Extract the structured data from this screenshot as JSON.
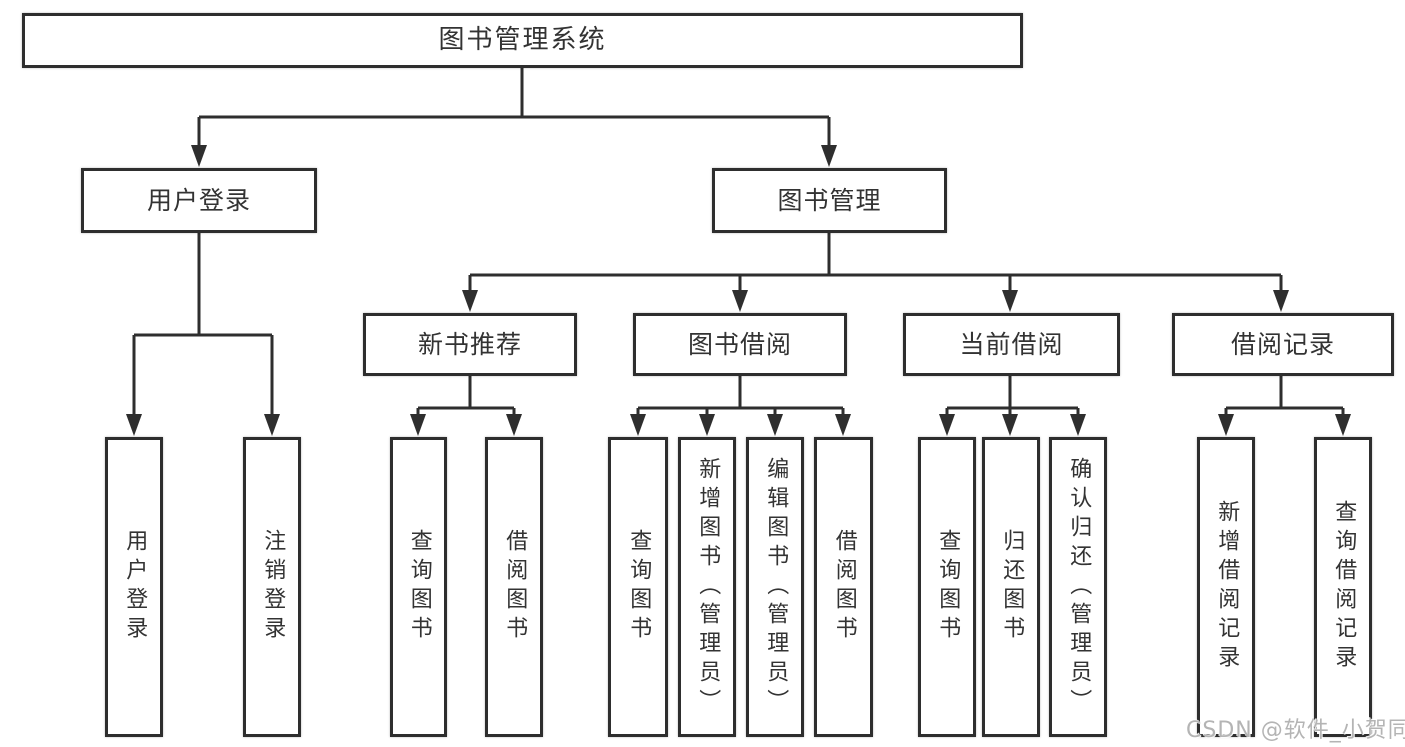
{
  "diagram": {
    "watermark": "CSDN @软件_小贺同学",
    "colors": {
      "line": "#2e2e2e",
      "box_border": "#2e2e2e",
      "box_fill": "#ffffff",
      "text": "#333333",
      "watermark": "#b4b4b4"
    }
  },
  "nodes": {
    "root": {
      "label": "图书管理系统"
    },
    "level2": [
      {
        "id": "user-login",
        "label": "用户登录",
        "parent": "图书管理系统"
      },
      {
        "id": "book-management",
        "label": "图书管理",
        "parent": "图书管理系统"
      }
    ],
    "level3": [
      {
        "id": "new-book-recommend",
        "label": "新书推荐",
        "parent": "图书管理"
      },
      {
        "id": "book-borrow",
        "label": "图书借阅",
        "parent": "图书管理"
      },
      {
        "id": "current-borrow",
        "label": "当前借阅",
        "parent": "图书管理"
      },
      {
        "id": "borrow-records",
        "label": "借阅记录",
        "parent": "图书管理"
      }
    ],
    "level4": [
      {
        "label": "用户登录",
        "parent": "用户登录"
      },
      {
        "label": "注销登录",
        "parent": "用户登录"
      },
      {
        "label": "查询图书",
        "parent": "新书推荐"
      },
      {
        "label": "借阅图书",
        "parent": "新书推荐"
      },
      {
        "label": "查询图书",
        "parent": "图书借阅"
      },
      {
        "label": "新增图书（管理员）",
        "parent": "图书借阅"
      },
      {
        "label": "编辑图书（管理员）",
        "parent": "图书借阅"
      },
      {
        "label": "借阅图书",
        "parent": "图书借阅"
      },
      {
        "label": "查询图书",
        "parent": "当前借阅"
      },
      {
        "label": "归还图书",
        "parent": "当前借阅"
      },
      {
        "label": "确认归还（管理员）",
        "parent": "当前借阅"
      },
      {
        "label": "新增借阅记录",
        "parent": "借阅记录"
      },
      {
        "label": "查询借阅记录",
        "parent": "借阅记录"
      }
    ]
  }
}
